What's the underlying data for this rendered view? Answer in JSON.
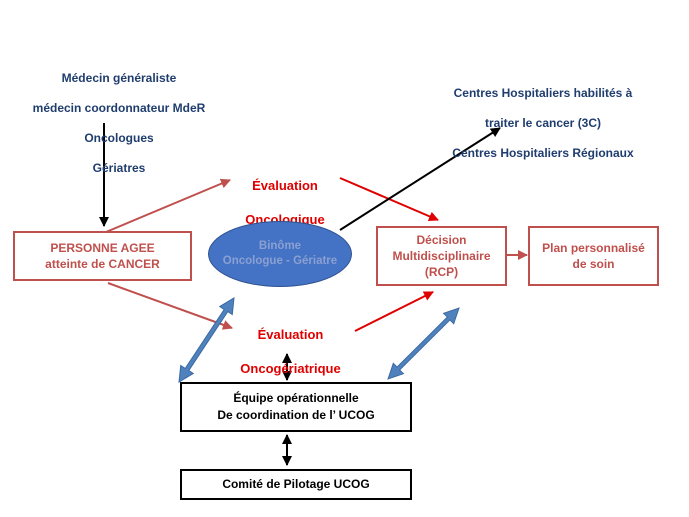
{
  "actors": {
    "line1": "Médecin généraliste",
    "line2": "médecin coordonnateur MdeR",
    "line3": "Oncologues",
    "line4": "Gériatres"
  },
  "centres": {
    "line1": "Centres Hospitaliers habilités à",
    "line2": "traiter le cancer (3C)",
    "line3": "Centres Hospitaliers Régionaux"
  },
  "evaluation_onco": {
    "line1": "Évaluation",
    "line2": "Oncologique"
  },
  "evaluation_oncoger": {
    "line1": "Évaluation",
    "line2": "Oncogériatrique"
  },
  "personne": {
    "line1": "PERSONNE AGEE",
    "line2": "atteinte de CANCER"
  },
  "binome": {
    "line1": "Binôme",
    "line2": "Oncologue - Gériatre"
  },
  "decision": {
    "line1": "Décision",
    "line2": "Multidisciplinaire",
    "line3": "(RCP)"
  },
  "plan": {
    "line1": "Plan personnalisé",
    "line2": "de soin"
  },
  "equipe": {
    "line1": "Équipe opérationnelle",
    "line2": "De coordination  de l’ UCOG"
  },
  "comite": {
    "label": "Comité de Pilotage UCOG"
  },
  "colors": {
    "navy_text": "#1f3d6e",
    "red_text": "#e00000",
    "box_red": "#c0504d",
    "ellipse_fill": "#4472c4",
    "double_arrow_blue": "#4f81bd"
  }
}
